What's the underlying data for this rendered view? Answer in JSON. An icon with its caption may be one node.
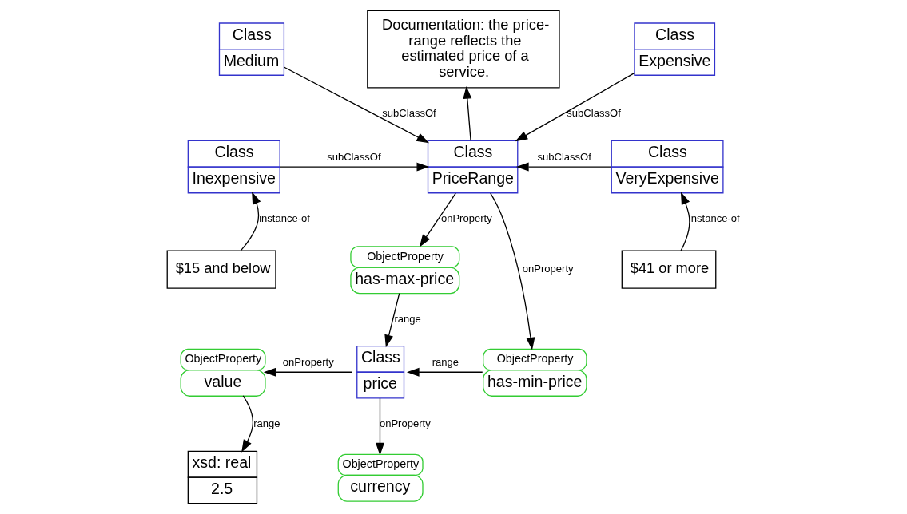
{
  "diagram": {
    "nodes": [
      {
        "text": [
          "Class",
          "Medium"
        ]
      },
      {
        "text": [
          "Documentation: the price-range reflects the estimated price of a service."
        ]
      },
      {
        "text": [
          "Class",
          "Expensive"
        ]
      },
      {
        "text": [
          "Class",
          "Inexpensive"
        ]
      },
      {
        "text": [
          "Class",
          "PriceRange"
        ]
      },
      {
        "text": [
          "Class",
          "VeryExpensive"
        ]
      },
      {
        "text": [
          "$15 and below"
        ]
      },
      {
        "text": [
          "$41 or more"
        ]
      },
      {
        "text": [
          "ObjectProperty",
          "has-max-price"
        ]
      },
      {
        "text": [
          "ObjectProperty",
          "value"
        ]
      },
      {
        "text": [
          "Class",
          "price"
        ]
      },
      {
        "text": [
          "ObjectProperty",
          "has-min-price"
        ]
      },
      {
        "text": [
          "xsd: real",
          "2.5"
        ]
      },
      {
        "text": [
          "ObjectProperty",
          "currency"
        ]
      }
    ],
    "edges": [
      {
        "from": 0,
        "to": 4,
        "arrow": "to",
        "label": "subClassOf"
      },
      {
        "from": 4,
        "to": 1,
        "arrow": "to"
      },
      {
        "from": 2,
        "to": 4,
        "arrow": "to",
        "label": "subClassOf"
      },
      {
        "from": 3,
        "to": 4,
        "arrow": "to",
        "label": "subClassOf"
      },
      {
        "from": 5,
        "to": 4,
        "arrow": "to",
        "label": "subClassOf"
      },
      {
        "from": 6,
        "to": 3,
        "arrow": "to",
        "label": "instance-of"
      },
      {
        "from": 7,
        "to": 5,
        "arrow": "to",
        "label": "instance-of"
      },
      {
        "from": 4,
        "to": 8,
        "arrow": "to",
        "label": "onProperty"
      },
      {
        "from": 4,
        "to": 11,
        "arrow": "to",
        "label": "onProperty"
      },
      {
        "from": 8,
        "to": 10,
        "arrow": "to",
        "label": "range"
      },
      {
        "from": 11,
        "to": 10,
        "arrow": "to",
        "label": "range"
      },
      {
        "from": 10,
        "to": 9,
        "arrow": "to",
        "label": "onProperty"
      },
      {
        "from": 9,
        "to": 12,
        "arrow": "to",
        "label": "range"
      },
      {
        "from": 10,
        "to": 13,
        "arrow": "to",
        "label": "onProperty"
      }
    ]
  }
}
